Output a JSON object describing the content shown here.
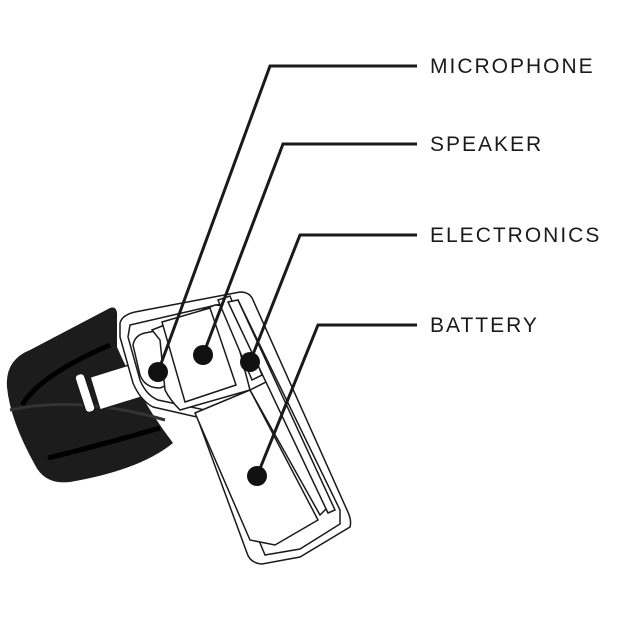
{
  "labels": {
    "microphone": "MICROPHONE",
    "speaker": "SPEAKER",
    "electronics": "ELECTRONICS",
    "battery": "BATTERY"
  },
  "colors": {
    "ink": "#1a1a1a",
    "tip": "#1c1c1c"
  }
}
